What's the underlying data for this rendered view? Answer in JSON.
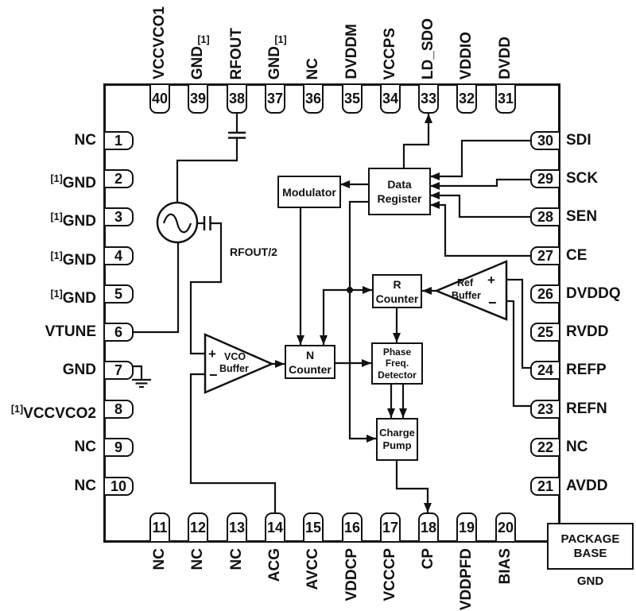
{
  "pins": {
    "top": [
      {
        "num": "40",
        "label": "VCCVCO1"
      },
      {
        "num": "39",
        "label": "GND",
        "sup": "[1]"
      },
      {
        "num": "38",
        "label": "RFOUT"
      },
      {
        "num": "37",
        "label": "GND",
        "sup": "[1]"
      },
      {
        "num": "36",
        "label": "NC"
      },
      {
        "num": "35",
        "label": "DVDDM"
      },
      {
        "num": "34",
        "label": "VCCPS"
      },
      {
        "num": "33",
        "label": "LD_SDO"
      },
      {
        "num": "32",
        "label": "VDDIO"
      },
      {
        "num": "31",
        "label": "DVDD"
      }
    ],
    "left": [
      {
        "num": "1",
        "label": "NC"
      },
      {
        "num": "2",
        "label": "GND",
        "sup": "[1]"
      },
      {
        "num": "3",
        "label": "GND",
        "sup": "[1]"
      },
      {
        "num": "4",
        "label": "GND",
        "sup": "[1]"
      },
      {
        "num": "5",
        "label": "GND",
        "sup": "[1]"
      },
      {
        "num": "6",
        "label": "VTUNE"
      },
      {
        "num": "7",
        "label": "GND"
      },
      {
        "num": "8",
        "label": "VCCVCO2",
        "sup": "[1]"
      },
      {
        "num": "9",
        "label": "NC"
      },
      {
        "num": "10",
        "label": "NC"
      }
    ],
    "right": [
      {
        "num": "30",
        "label": "SDI"
      },
      {
        "num": "29",
        "label": "SCK"
      },
      {
        "num": "28",
        "label": "SEN"
      },
      {
        "num": "27",
        "label": "CE"
      },
      {
        "num": "26",
        "label": "DVDDQ"
      },
      {
        "num": "25",
        "label": "RVDD"
      },
      {
        "num": "24",
        "label": "REFP"
      },
      {
        "num": "23",
        "label": "REFN"
      },
      {
        "num": "22",
        "label": "NC"
      },
      {
        "num": "21",
        "label": "AVDD"
      }
    ],
    "bottom": [
      {
        "num": "11",
        "label": "NC"
      },
      {
        "num": "12",
        "label": "NC"
      },
      {
        "num": "13",
        "label": "NC"
      },
      {
        "num": "14",
        "label": "ACG"
      },
      {
        "num": "15",
        "label": "AVCC"
      },
      {
        "num": "16",
        "label": "VDDCP"
      },
      {
        "num": "17",
        "label": "VCCCP"
      },
      {
        "num": "18",
        "label": "CP"
      },
      {
        "num": "19",
        "label": "VDDPFD"
      },
      {
        "num": "20",
        "label": "BIAS"
      }
    ]
  },
  "blocks": {
    "modulator": {
      "lines": [
        "Modulator"
      ]
    },
    "data_register": {
      "lines": [
        "Data",
        "Register"
      ]
    },
    "r_counter": {
      "lines": [
        "R",
        "Counter"
      ]
    },
    "n_counter": {
      "lines": [
        "N",
        "Counter"
      ]
    },
    "phase_freq_detector": {
      "lines": [
        "Phase",
        "Freq.",
        "Detector"
      ]
    },
    "charge_pump": {
      "lines": [
        "Charge",
        "Pump"
      ]
    }
  },
  "buffers": {
    "vco": {
      "line1": "VCO",
      "line2": "Buffer",
      "plus": "+",
      "minus": "−"
    },
    "ref": {
      "line1": "Ref",
      "line2": "Buffer",
      "plus": "+",
      "minus": "−"
    }
  },
  "annotations": {
    "rfout_div2": "RFOUT/2"
  },
  "package_base": {
    "line1": "PACKAGE",
    "line2": "BASE",
    "gnd": "GND"
  },
  "colors": {
    "line": "#111111",
    "bg": "#ffffff"
  }
}
